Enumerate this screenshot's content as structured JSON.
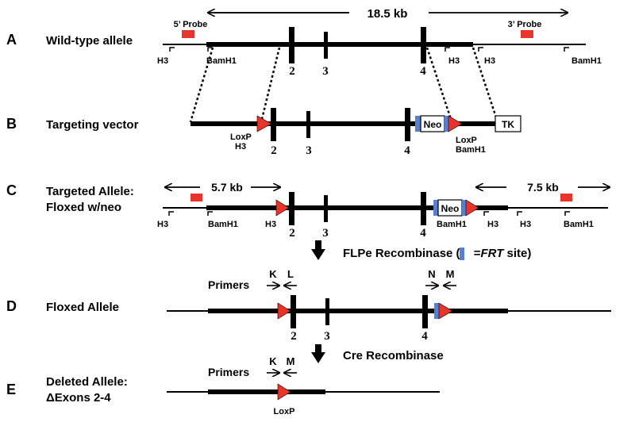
{
  "rows": {
    "A": {
      "letter": "A",
      "label": "Wild-type allele"
    },
    "B": {
      "letter": "B",
      "label": "Targeting vector"
    },
    "C": {
      "letter": "C",
      "label_line1": "Targeted Allele:",
      "label_line2": "Floxed w/neo"
    },
    "D": {
      "letter": "D",
      "label": "Floxed Allele"
    },
    "E": {
      "letter": "E",
      "label_line1": "Deleted Allele:",
      "label_line2": "ΔExons 2-4"
    }
  },
  "sizes": {
    "wildtype": "18.5 kb",
    "left_fragment": "5.7 kb",
    "right_fragment": "7.5 kb"
  },
  "probes": {
    "five_prime": "5’ Probe",
    "three_prime": "3’ Probe"
  },
  "sites": {
    "h3": "H3",
    "bamh1": "BamH1",
    "loxp": "LoxP"
  },
  "exons": {
    "e2": "2",
    "e3": "3",
    "e4": "4"
  },
  "boxes": {
    "neo": "Neo",
    "tk": "TK"
  },
  "steps": {
    "flpe_prefix": "FLPe Recombinase (",
    "flpe_eq": " =",
    "flpe_site": "FRT",
    "flpe_suffix": " site)",
    "cre": "Cre Recombinase"
  },
  "primers": {
    "label": "Primers",
    "k": "K",
    "l": "L",
    "n": "N",
    "m": "M"
  },
  "colors": {
    "probe": "#e8342a",
    "loxp": "#e8342a",
    "frt": "#5b7fcf",
    "line": "#000000"
  }
}
